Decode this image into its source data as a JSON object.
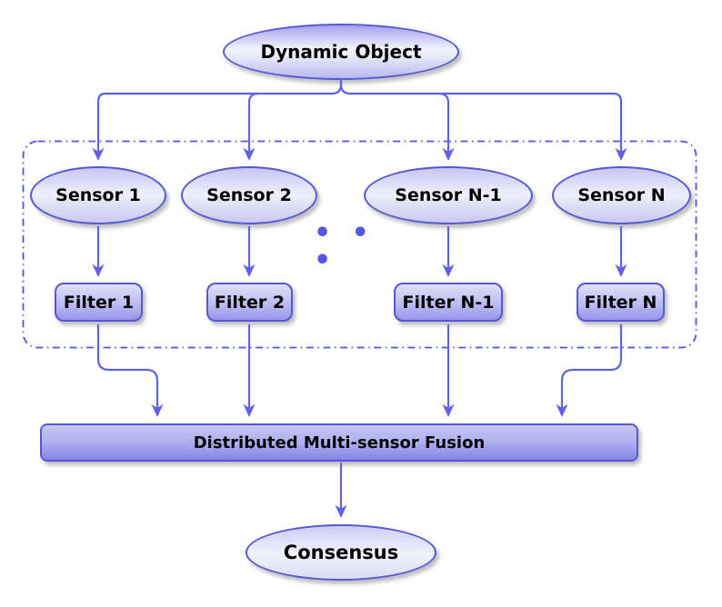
{
  "diagram": {
    "nodes": {
      "dynamic_object": {
        "label": "Dynamic Object",
        "shape": "ellipse"
      },
      "sensors": [
        {
          "label": "Sensor 1",
          "shape": "ellipse"
        },
        {
          "label": "Sensor 2",
          "shape": "ellipse"
        },
        {
          "label": "Sensor N-1",
          "shape": "ellipse"
        },
        {
          "label": "Sensor N",
          "shape": "ellipse"
        }
      ],
      "filters": [
        {
          "label": "Filter 1",
          "shape": "rounded-rect"
        },
        {
          "label": "Filter 2",
          "shape": "rounded-rect"
        },
        {
          "label": "Filter N-1",
          "shape": "rounded-rect"
        },
        {
          "label": "Filter N",
          "shape": "rounded-rect"
        }
      ],
      "fusion": {
        "label": "Distributed Multi-sensor Fusion",
        "shape": "rounded-rect"
      },
      "consensus": {
        "label": "Consensus",
        "shape": "ellipse"
      },
      "ellipsis": "• • •"
    },
    "edges": [
      {
        "from": "dynamic_object",
        "to": "sensor_1"
      },
      {
        "from": "dynamic_object",
        "to": "sensor_2"
      },
      {
        "from": "dynamic_object",
        "to": "sensor_n-1"
      },
      {
        "from": "dynamic_object",
        "to": "sensor_n"
      },
      {
        "from": "sensor_1",
        "to": "filter_1"
      },
      {
        "from": "sensor_2",
        "to": "filter_2"
      },
      {
        "from": "sensor_n-1",
        "to": "filter_n-1"
      },
      {
        "from": "sensor_n",
        "to": "filter_n"
      },
      {
        "from": "filter_1",
        "to": "fusion"
      },
      {
        "from": "filter_2",
        "to": "fusion"
      },
      {
        "from": "filter_n-1",
        "to": "fusion"
      },
      {
        "from": "filter_n",
        "to": "fusion"
      },
      {
        "from": "fusion",
        "to": "consensus"
      }
    ],
    "colors": {
      "line": "#6161e8",
      "node_border": "#5656d8",
      "dashed_border": "#5353e0",
      "text": "#000000",
      "shadow": "rgba(110,110,110,0.45)"
    }
  }
}
